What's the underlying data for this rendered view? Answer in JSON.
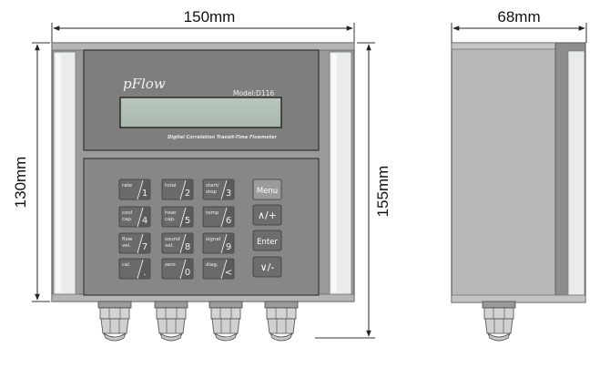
{
  "dimensions": {
    "front_width": "150mm",
    "front_height": "130mm",
    "side_width": "68mm",
    "total_height": "155mm"
  },
  "device": {
    "brand": "pFlow",
    "model": "Model:D116",
    "subtitle": "Digital Correlation Transit-Time Flowmeter"
  },
  "keypad": {
    "keys": [
      {
        "label1": "rate",
        "label2": "",
        "num": "1"
      },
      {
        "label1": "total",
        "label2": "",
        "num": "2"
      },
      {
        "label1": "start/",
        "label2": "stop",
        "num": "3"
      },
      {
        "label1": "cool",
        "label2": "cap.",
        "num": "4"
      },
      {
        "label1": "heat",
        "label2": "cap.",
        "num": "5"
      },
      {
        "label1": "temp",
        "label2": "",
        "num": "6"
      },
      {
        "label1": "flow",
        "label2": "vel.",
        "num": "7"
      },
      {
        "label1": "sound",
        "label2": "vel.",
        "num": "8"
      },
      {
        "label1": "signal",
        "label2": "",
        "num": "9"
      },
      {
        "label1": "cal.",
        "label2": "",
        "num": "."
      },
      {
        "label1": "zero",
        "label2": "",
        "num": "0"
      },
      {
        "label1": "diag.",
        "label2": "",
        "num": "<"
      }
    ],
    "function_keys": [
      "Menu",
      "∧/+",
      "Enter",
      "∨/-"
    ]
  }
}
